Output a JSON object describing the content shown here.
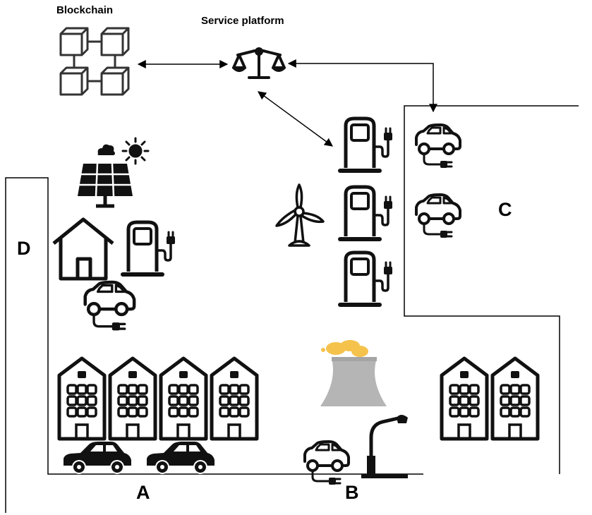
{
  "labels": {
    "blockchain": "Blockchain",
    "service_platform": "Service platform",
    "zone_a": "A",
    "zone_b": "B",
    "zone_c": "C",
    "zone_d": "D"
  },
  "icons": [
    "blockchain-cubes-icon",
    "scales-icon",
    "solar-panel-icon",
    "cloud-icon",
    "sun-icon",
    "house-icon",
    "charging-station-icon",
    "electric-car-icon",
    "wind-turbine-icon",
    "power-plant-cooling-tower-icon",
    "apartment-building-icon",
    "car-icon",
    "street-lamp-icon"
  ],
  "colors": {
    "line": "#000000",
    "icon_stroke": "#111111",
    "tower": "#b5b5b5",
    "steam": "#f5c24c"
  }
}
